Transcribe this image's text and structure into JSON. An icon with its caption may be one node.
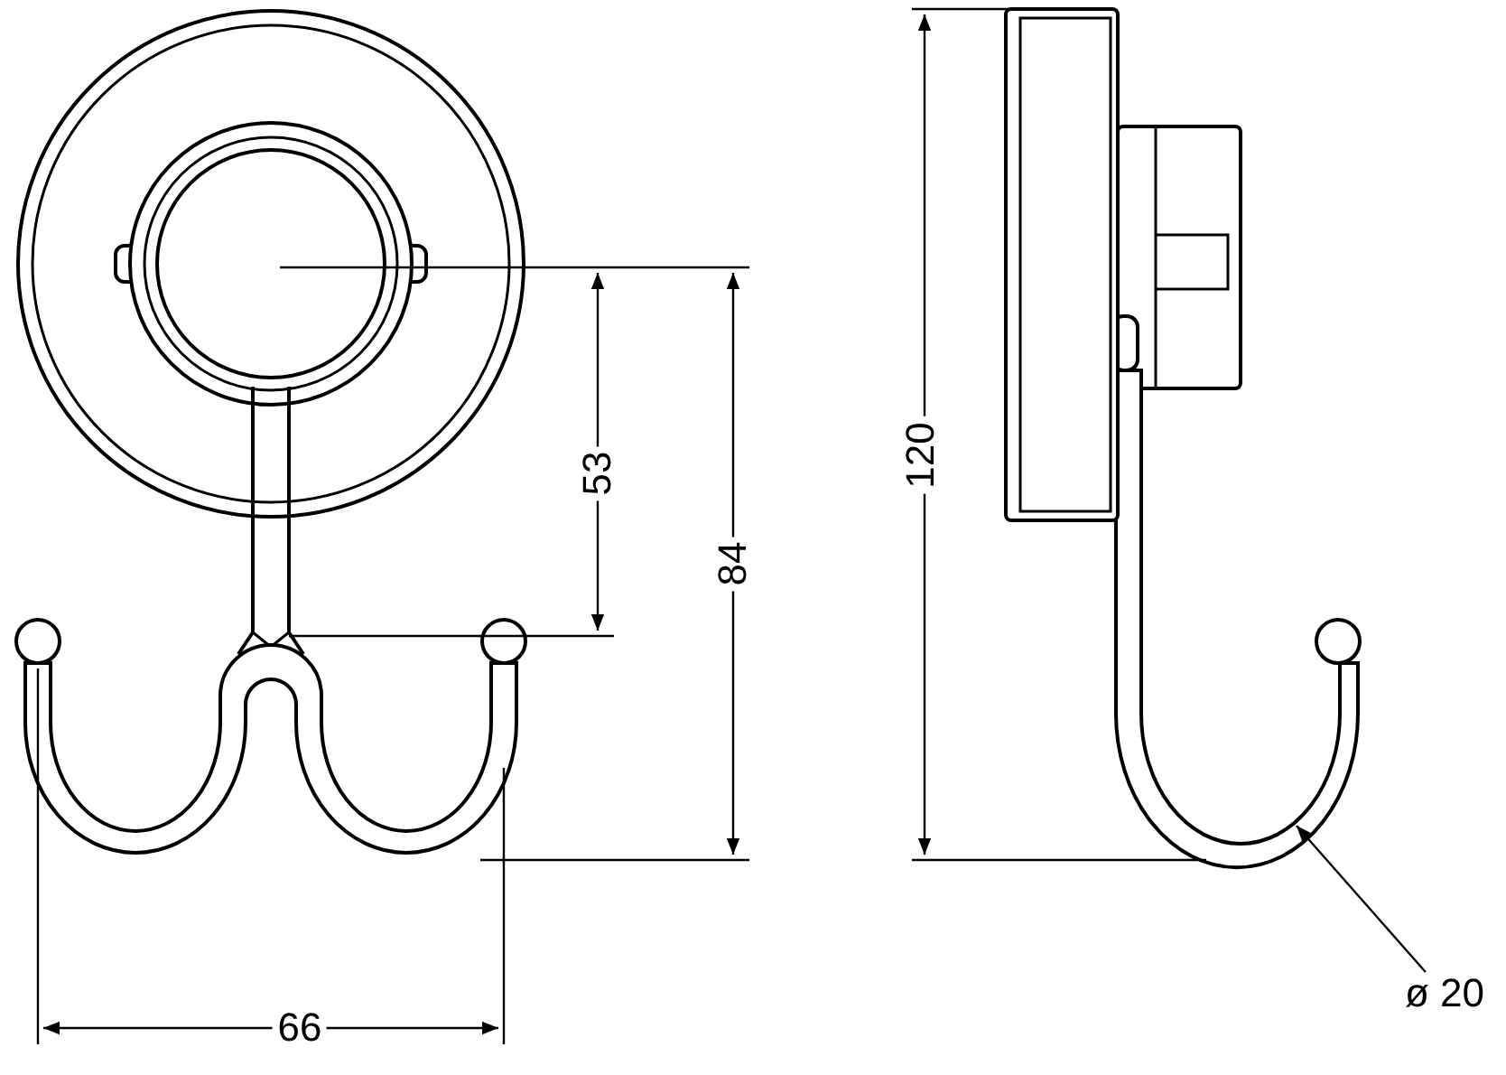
{
  "diagram": {
    "nodes": [
      {
        "text": [
          "ø 20"
        ]
      },
      {
        "text": [],
        "shape": "picture"
      }
    ],
    "edges": [
      {
        "from": 0,
        "to": 1,
        "arrow": "to"
      }
    ],
    "labels": [
      "120",
      "53",
      "84",
      "66"
    ]
  }
}
